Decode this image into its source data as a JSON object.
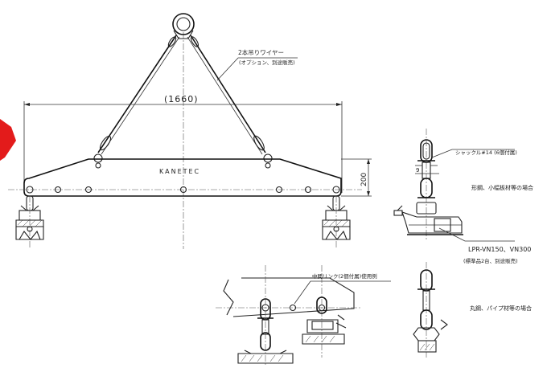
{
  "annotations": {
    "wire_label": "2本吊りワイヤー",
    "wire_note": "(オプション、別途販売)",
    "span_dimension": "(1660)",
    "height_dimension": "200",
    "beam_brand": "KANETEC",
    "shackle_label": "シャックル#14 (6個付属)",
    "gap_dimension": "9",
    "case_plate": "形鋼、小幅板材等の場合",
    "model_label": "LPR-VN150、VN300",
    "model_note": "(標準品2台、別途販売)",
    "link_label": "中間リンク(2個付属)使用例",
    "case_round": "丸鋼、パイプ材等の場合"
  },
  "colors": {
    "line": "#222222",
    "red_tab": "#e31b1b"
  },
  "icons": [
    "lifting-ring-icon",
    "shackle-icon",
    "lifting-magnet-icon",
    "intermediate-link-icon"
  ]
}
